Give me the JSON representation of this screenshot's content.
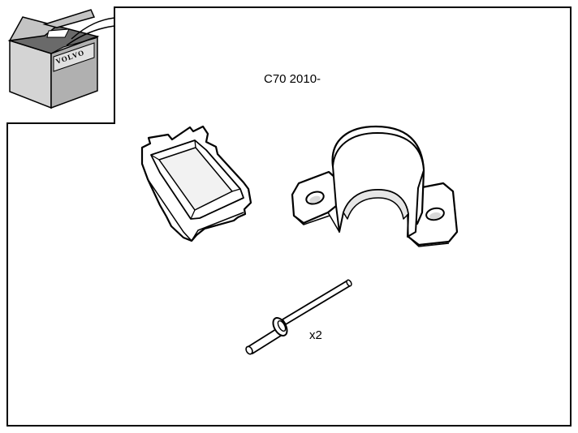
{
  "diagram": {
    "model_label": "C70 2010-",
    "quantity_label": "x2",
    "box_brand": "VOLVO",
    "colors": {
      "outline": "#000000",
      "background": "#ffffff",
      "box_front": "#d4d4d4",
      "box_side": "#b0b0b0",
      "box_top": "#c4c4c4",
      "box_inside": "#6a6a6a",
      "part_fill": "#ffffff",
      "part_shade": "#e6e6e6"
    },
    "icons": [
      "volvo-box-icon",
      "retainer-tray-icon",
      "bracket-clamp-icon",
      "rivet-icon"
    ]
  }
}
